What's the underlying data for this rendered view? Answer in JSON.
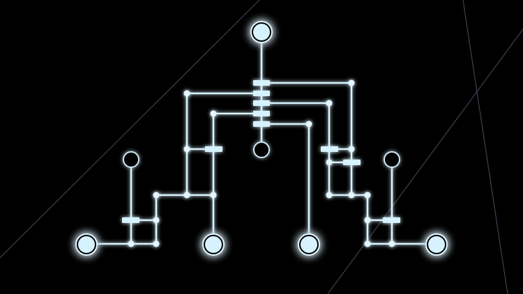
{
  "scene": {
    "kind": "circuit-puzzle",
    "colors": {
      "background": "#000000",
      "wire": "#d8f4ff",
      "glow": "#3aa8ff",
      "lit_fill": "#d6f2ff",
      "dim_stroke": "#cfe9f7",
      "diagonal_line": "#3a4250"
    },
    "nodes": {
      "lit": [
        "top-source",
        "bottom-node-1",
        "bottom-node-2",
        "bottom-node-3",
        "bottom-node-4"
      ],
      "unlit": [
        "center-node",
        "left-node",
        "right-node"
      ]
    },
    "switches": {
      "total": 10,
      "in_stack": 5
    }
  }
}
